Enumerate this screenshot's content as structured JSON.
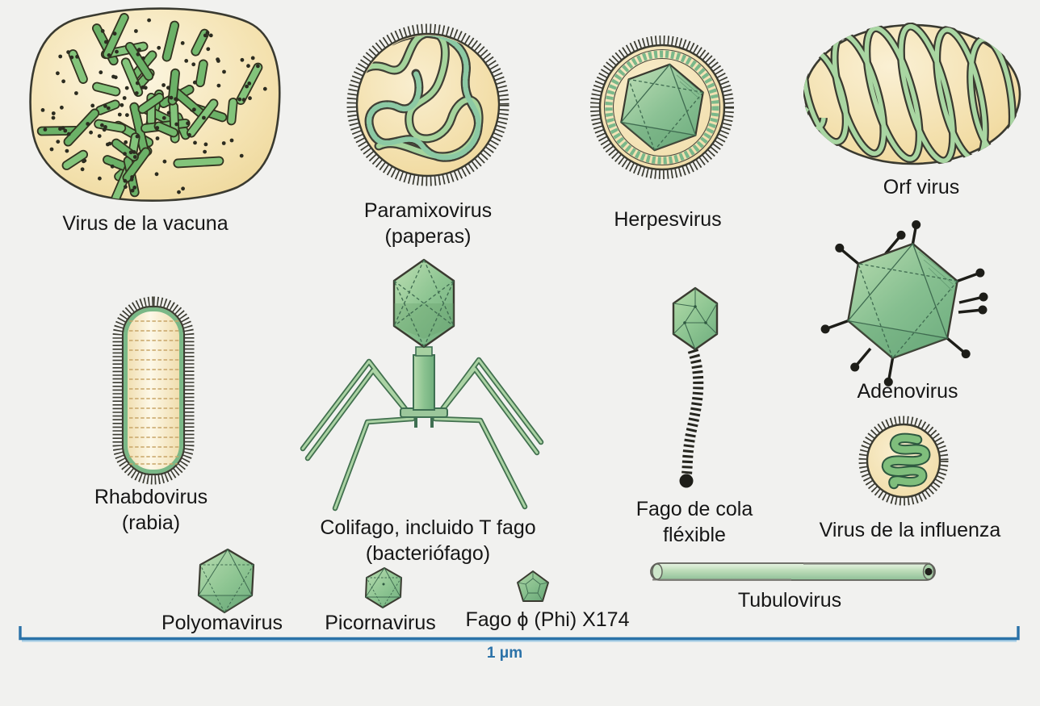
{
  "diagram": {
    "title_implicit": "Tamaños relativos de virus",
    "background": "#f1f1ef"
  },
  "palette": {
    "cream_fill": "#f1dca4",
    "cream_highlight": "#fcf6e2",
    "green_fill": "#7cb989",
    "green_light": "#bfe0b4",
    "green_dark": "#4e8f63",
    "outline_dark": "#3a3a30",
    "ink_black": "#1d1d18",
    "scale_blue": "#2b72a8",
    "scale_blue_light": "#a9cfe6",
    "label_color": "#161616"
  },
  "viruses": [
    {
      "id": "vaccinia",
      "label": "Virus de la vacuna"
    },
    {
      "id": "paramyxovirus",
      "label": "Paramixovirus",
      "sublabel": "(paperas)"
    },
    {
      "id": "herpesvirus",
      "label": "Herpesvirus"
    },
    {
      "id": "orf-virus",
      "label": "Orf virus"
    },
    {
      "id": "rhabdovirus",
      "label": "Rhabdovirus",
      "sublabel": "(rabia)"
    },
    {
      "id": "coliphage-t-phage",
      "label": "Colifago, incluido T fago",
      "sublabel": "(bacteriófago)"
    },
    {
      "id": "flexible-tail-phage",
      "label": "Fago de cola",
      "sublabel": "fléxible"
    },
    {
      "id": "adenovirus",
      "label": "Adenovirus"
    },
    {
      "id": "influenza-virus",
      "label": "Virus de la influenza"
    },
    {
      "id": "polyomavirus",
      "label": "Polyomavirus"
    },
    {
      "id": "picornavirus",
      "label": "Picornavirus"
    },
    {
      "id": "phage-phix174",
      "label": "Fago ϕ (Phi) X174"
    },
    {
      "id": "tubulovirus",
      "label": "Tubulovirus"
    }
  ],
  "scale_bar": {
    "label": "1 μm"
  }
}
